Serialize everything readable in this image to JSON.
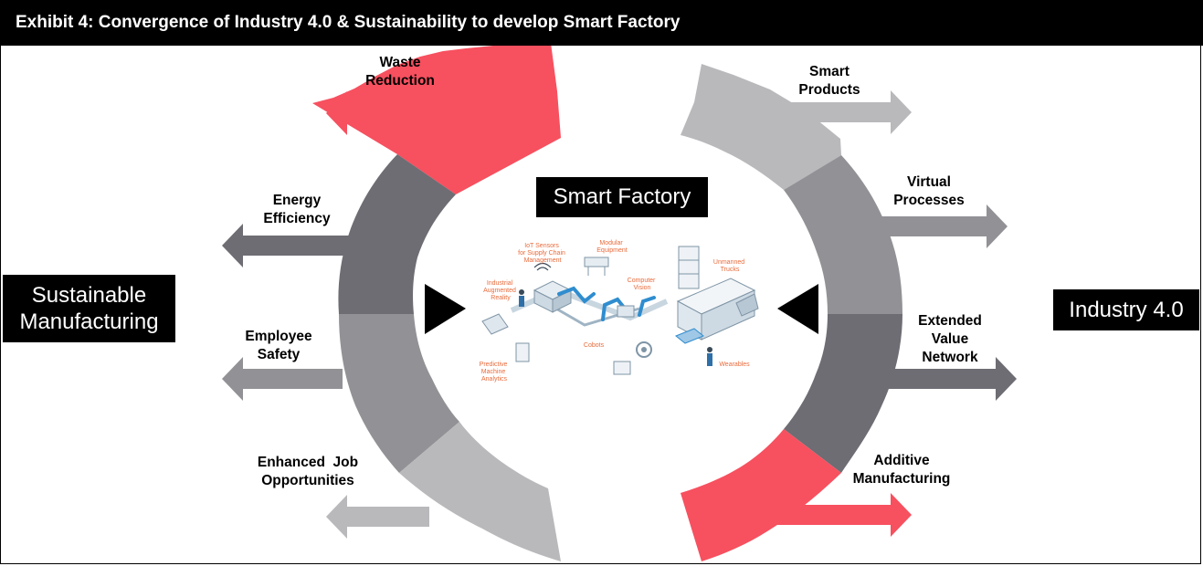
{
  "header": {
    "title": "Exhibit 4: Convergence of Industry 4.0 & Sustainability to develop Smart Factory"
  },
  "center": {
    "title": "Smart Factory",
    "illustration_labels": {
      "iot": [
        "IoT Sensors",
        "for Supply Chain",
        "Management"
      ],
      "modular": [
        "Modular",
        "Equipment"
      ],
      "unmanned": [
        "Unmanned",
        "Trucks"
      ],
      "industrial": [
        "Industrial",
        "Augmented",
        "Reality"
      ],
      "computer": [
        "Computer",
        "Vision"
      ],
      "cobots": [
        "Cobots"
      ],
      "predictive": [
        "Predictive",
        "Machine",
        "Analytics"
      ],
      "wearables": [
        "Wearables"
      ]
    }
  },
  "left": {
    "title_line1": "Sustainable",
    "title_line2": "Manufacturing",
    "items": [
      {
        "line1": "Waste",
        "line2": "Reduction",
        "color": "#f7505f"
      },
      {
        "line1": "Energy",
        "line2": "Efficiency",
        "color": "#6d6d73"
      },
      {
        "line1": "Employee",
        "line2": "Safety",
        "color": "#929296"
      },
      {
        "line1": "Enhanced  Job",
        "line2": "Opportunities",
        "color": "#b9b9bc"
      }
    ]
  },
  "right": {
    "title": "Industry 4.0",
    "items": [
      {
        "line1": "Smart",
        "line2": "Products",
        "color": "#b9b9bc"
      },
      {
        "line1": "Virtual",
        "line2": "Processes",
        "color": "#929296"
      },
      {
        "line1": "Extended",
        "line2": "Value",
        "line3": "Network",
        "color": "#6d6d73"
      },
      {
        "line1": "Additive",
        "line2": "Manufacturing",
        "color": "#f7505f"
      }
    ]
  }
}
